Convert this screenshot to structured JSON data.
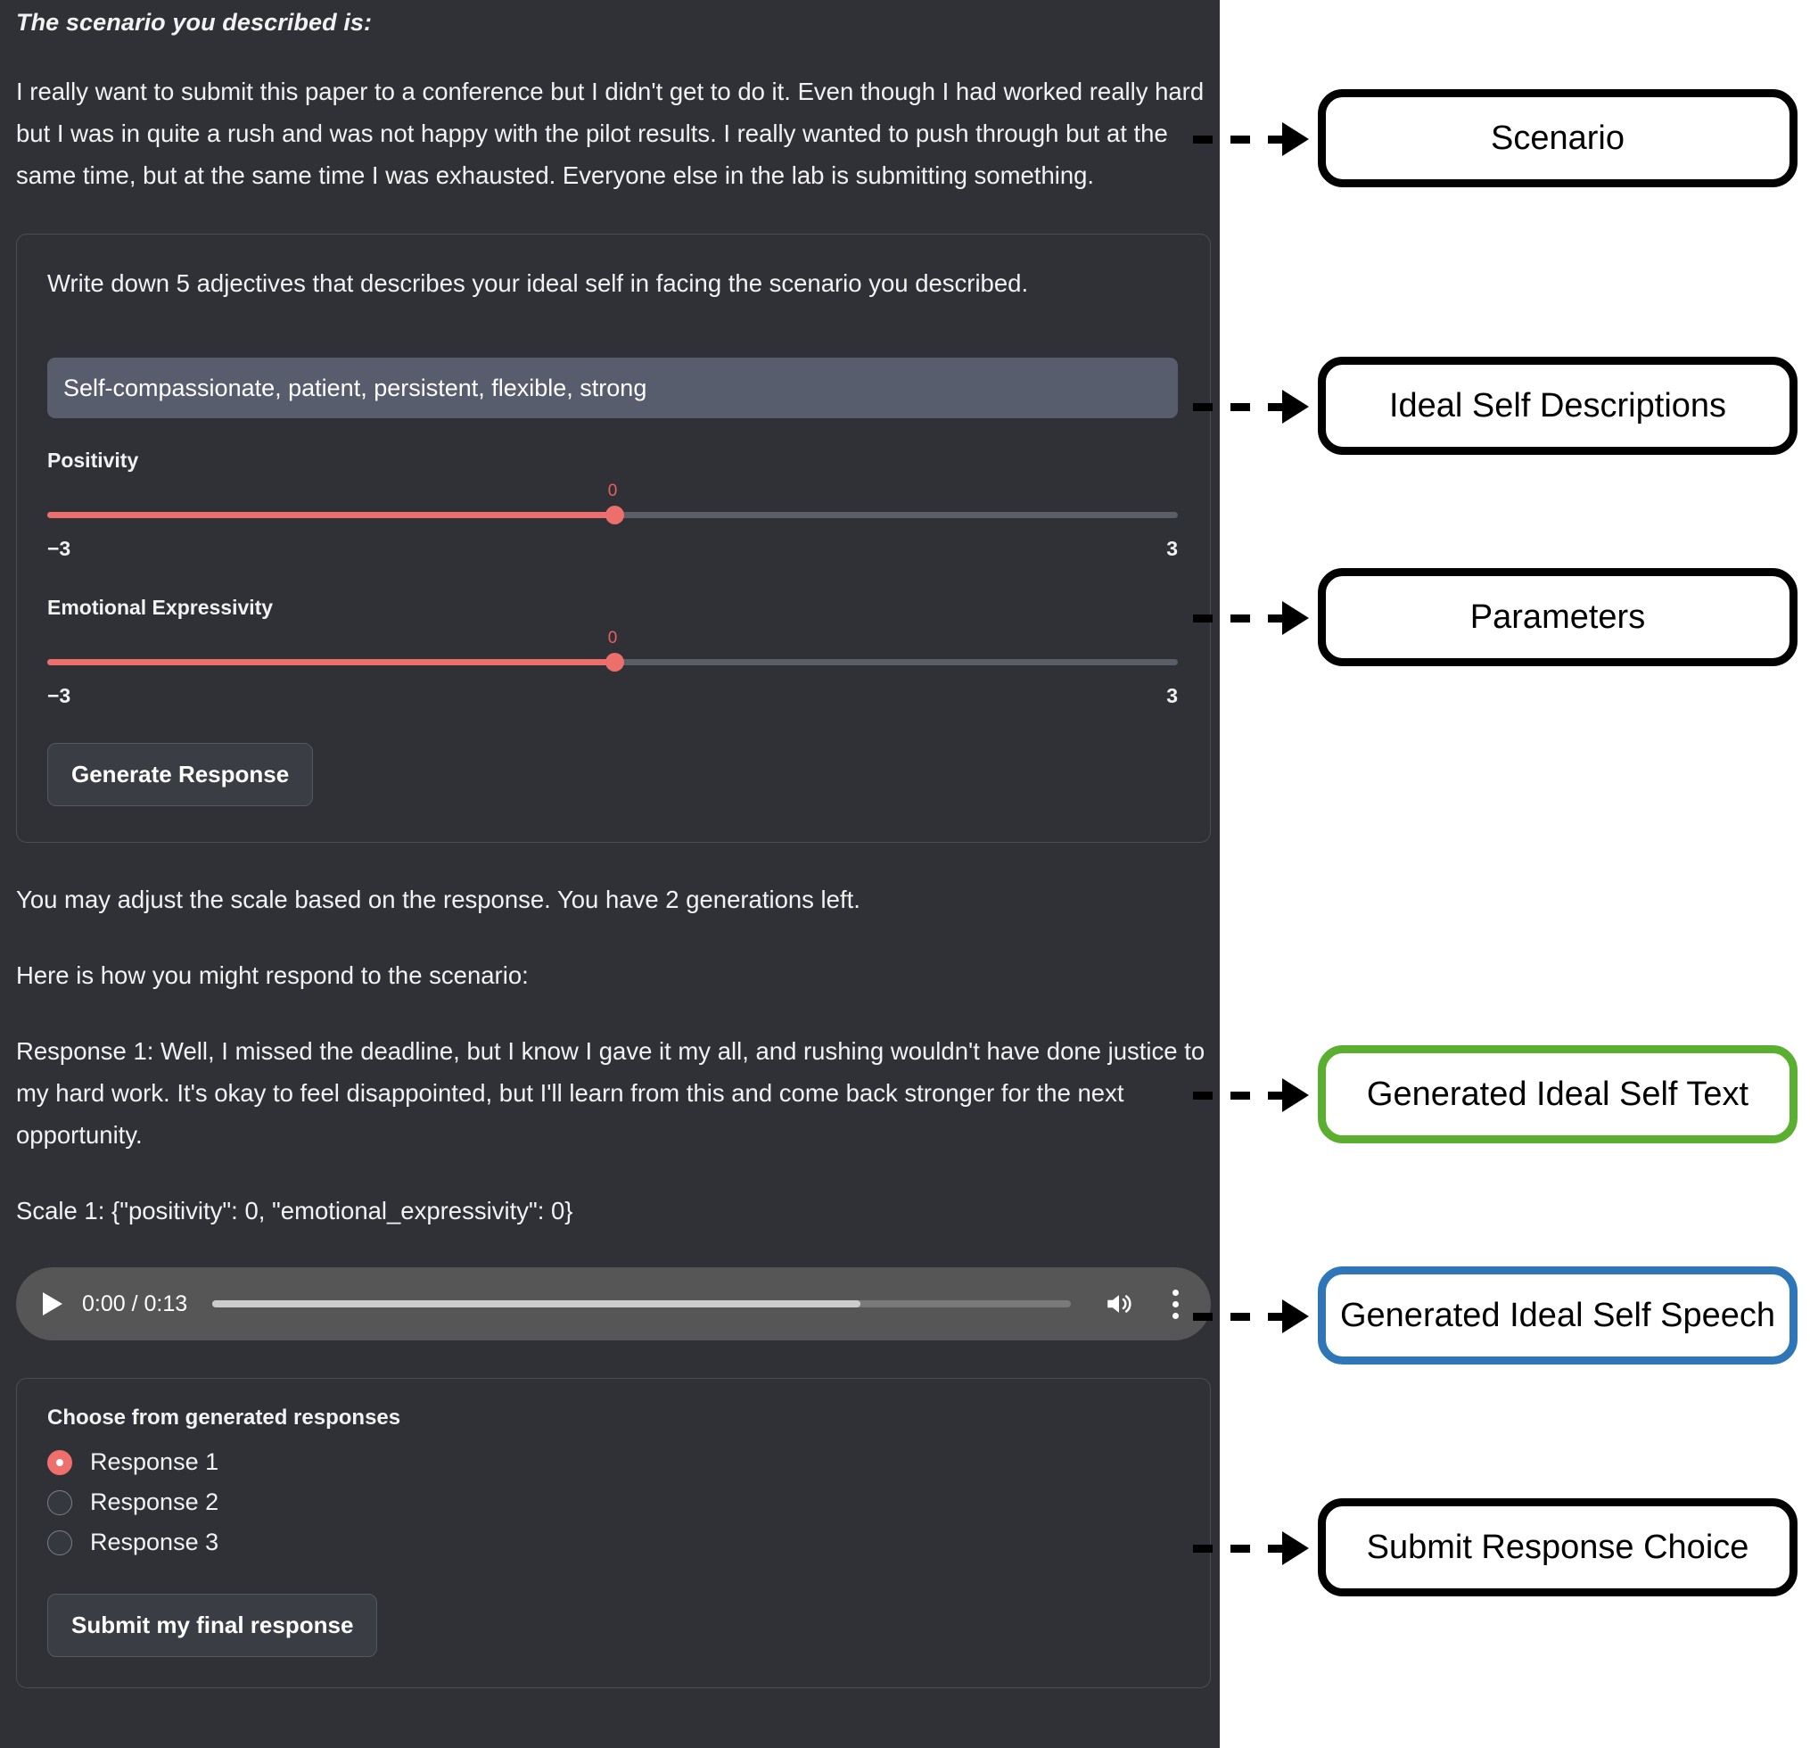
{
  "app": {
    "scenario_label": "The scenario you described is:",
    "scenario_text": "I really want to submit this paper to a conference but I didn't get to do it. Even though I had worked really hard but I was in quite a rush and was not happy with the pilot results. I really wanted to push through but at the same time, but at the same time I was exhausted. Everyone else in the lab is submitting something.",
    "input_card": {
      "prompt": "Write down 5 adjectives that describes your ideal self in facing the scenario you described.",
      "adjectives_value": "Self-compassionate, patient, persistent, flexible, strong",
      "adjectives_placeholder": "Self-compassionate, patient, persistent, flexible, strong",
      "sliders": [
        {
          "label": "Positivity",
          "value": "0",
          "min": "−3",
          "max": "3"
        },
        {
          "label": "Emotional Expressivity",
          "value": "0",
          "min": "−3",
          "max": "3"
        }
      ],
      "generate_button": "Generate Response"
    },
    "adjust_note": "You may adjust the scale based on the response. You have 2 generations left.",
    "response_intro": "Here is how you might respond to the scenario:",
    "response_text": "Response 1: Well, I missed the deadline, but I know I gave it my all, and rushing wouldn't have done justice to my hard work. It's okay to feel disappointed, but I'll learn from this and come back stronger for the next opportunity.",
    "scale_text": "Scale 1: {\"positivity\": 0, \"emotional_expressivity\": 0}",
    "audio": {
      "play_icon": "play-icon",
      "time": "0:00 / 0:13",
      "volume_icon": "volume-icon",
      "menu_icon": "more-vertical-icon"
    },
    "choice_card": {
      "title": "Choose from generated responses",
      "options": [
        {
          "label": "Response 1",
          "selected": true
        },
        {
          "label": "Response 2",
          "selected": false
        },
        {
          "label": "Response 3",
          "selected": false
        }
      ],
      "submit_button": "Submit my final response"
    }
  },
  "annotations": [
    {
      "label": "Scenario",
      "color": "#000000"
    },
    {
      "label": "Ideal Self Descriptions",
      "color": "#000000"
    },
    {
      "label": "Parameters",
      "color": "#000000"
    },
    {
      "label": "Generated Ideal Self Text",
      "color": "#5aaf31"
    },
    {
      "label": "Generated Ideal Self Speech",
      "color": "#2f76b8"
    },
    {
      "label": "Submit Response Choice",
      "color": "#000000"
    }
  ]
}
